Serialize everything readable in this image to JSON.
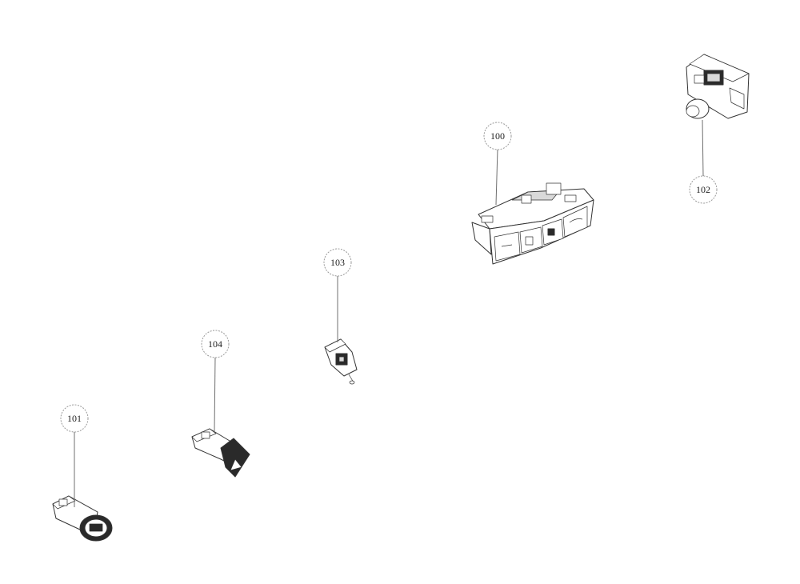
{
  "callouts": {
    "c100": {
      "label": "100"
    },
    "c101": {
      "label": "101"
    },
    "c102": {
      "label": "102"
    },
    "c103": {
      "label": "103"
    },
    "c104": {
      "label": "104"
    }
  }
}
